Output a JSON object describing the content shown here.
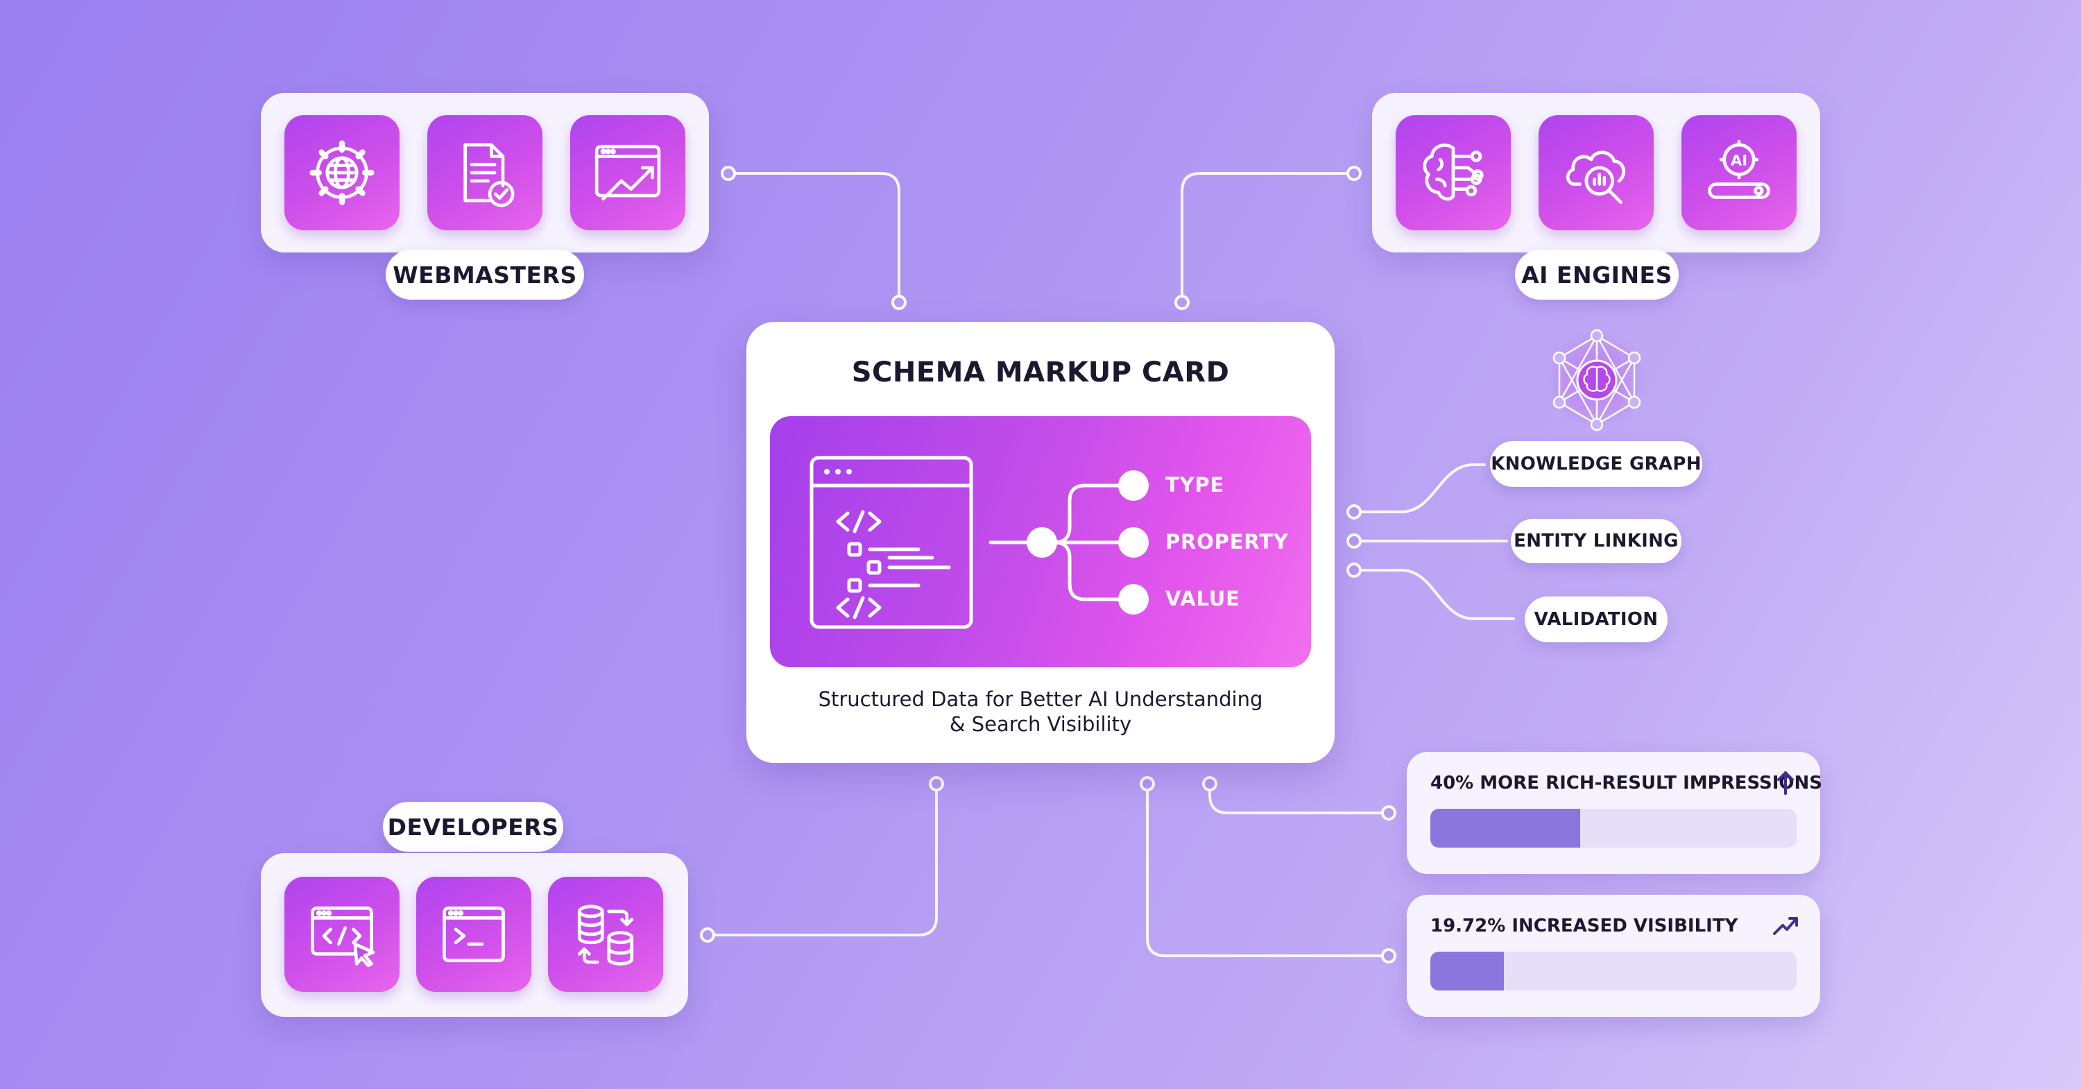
{
  "groups": {
    "webmasters": {
      "label": "WEBMASTERS",
      "icons": [
        "globe-gear-icon",
        "document-check-icon",
        "chart-growth-icon"
      ]
    },
    "ai_engines": {
      "label": "AI ENGINES",
      "icons": [
        "brain-circuit-icon",
        "cloud-search-icon",
        "ai-search-bar-icon"
      ]
    },
    "developers": {
      "label": "DEVELOPERS",
      "icons": [
        "code-cursor-icon",
        "terminal-icon",
        "database-sync-icon"
      ]
    }
  },
  "card": {
    "title": "SCHEMA MARKUP CARD",
    "nodes": [
      "TYPE",
      "PROPERTY",
      "VALUE"
    ],
    "caption_line1": "Structured Data for Better AI Understanding",
    "caption_line2": "& Search Visibility"
  },
  "graph_tags": {
    "icon": "knowledge-graph-icon",
    "items": [
      "KNOWLEDGE GRAPH",
      "ENTITY LINKING",
      "VALIDATION"
    ]
  },
  "metrics": [
    {
      "label": "40% MORE RICH-RESULT IMPRESSIONS",
      "icon": "arrow-up-icon",
      "fill_fraction": 0.41
    },
    {
      "label": "19.72% INCREASED VISIBILITY",
      "icon": "trend-up-icon",
      "fill_fraction": 0.2
    }
  ],
  "colors": {
    "accent_start": "#a43fea",
    "accent_end": "#f070ee",
    "bar_fill": "#8a76dc",
    "bar_track": "#e6dff8",
    "text_dark": "#1d1830"
  }
}
